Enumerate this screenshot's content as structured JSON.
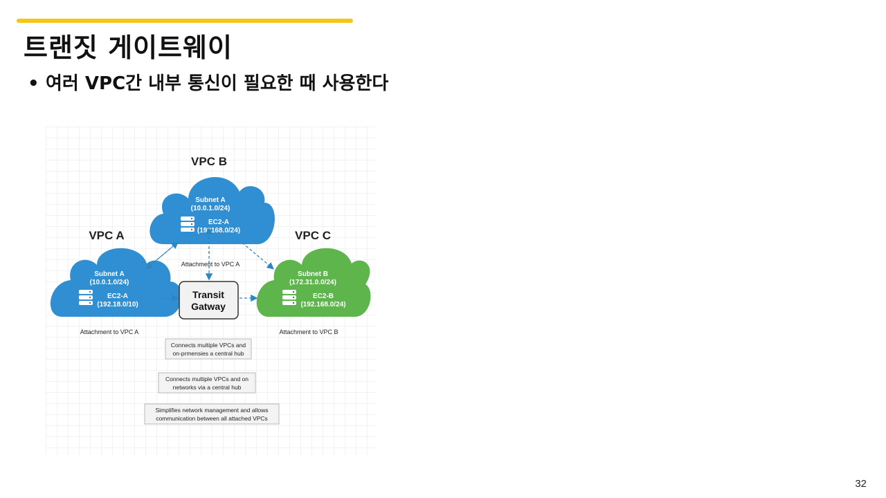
{
  "slide": {
    "title": "트랜짓 게이트웨이",
    "bullet": "여러 VPC간 내부 통신이 필요한 때 사용한다",
    "page_number": "32",
    "accent_color": "#F5C518"
  },
  "diagram": {
    "vpc_b": {
      "title": "VPC B",
      "subnet_name": "Subnet A",
      "subnet_cidr": "(10.0.1.0/24)",
      "instance_name": "EC2-A",
      "instance_ip": "(192168.0/24)",
      "color": "#2F8FD2"
    },
    "vpc_a": {
      "title": "VPC A",
      "subnet_name": "Subnet A",
      "subnet_cidr": "(10.0.1.0/24)",
      "instance_name": "EC2-A",
      "instance_ip": "(192.18.0/10)",
      "attachment_label": "Attachment to VPC A",
      "color": "#2F8FD2"
    },
    "vpc_c": {
      "title": "VPC C",
      "subnet_name": "Subnet B",
      "subnet_cidr": "(172.31.0.0/24)",
      "instance_name": "EC2-B",
      "instance_ip": "(192.168.0/24)",
      "attachment_label": "Attachment to VPC B",
      "color": "#5DB54B"
    },
    "gateway": {
      "line1": "Transit",
      "line2": "Gatway"
    },
    "center_attachment_label": "Attachment to VPC A",
    "notes": [
      {
        "line1": "Connects multiple VPCs and",
        "line2": "on-prmensies a central hub"
      },
      {
        "line1": "Connects multiple VPCs and on",
        "line2": "networks via a central hub"
      },
      {
        "line1": "Simplifies network management and allows",
        "line2": "communication between all attached VPCs"
      }
    ],
    "arrow_color": "#2E86C1",
    "server_icon": "database-server-icon"
  }
}
